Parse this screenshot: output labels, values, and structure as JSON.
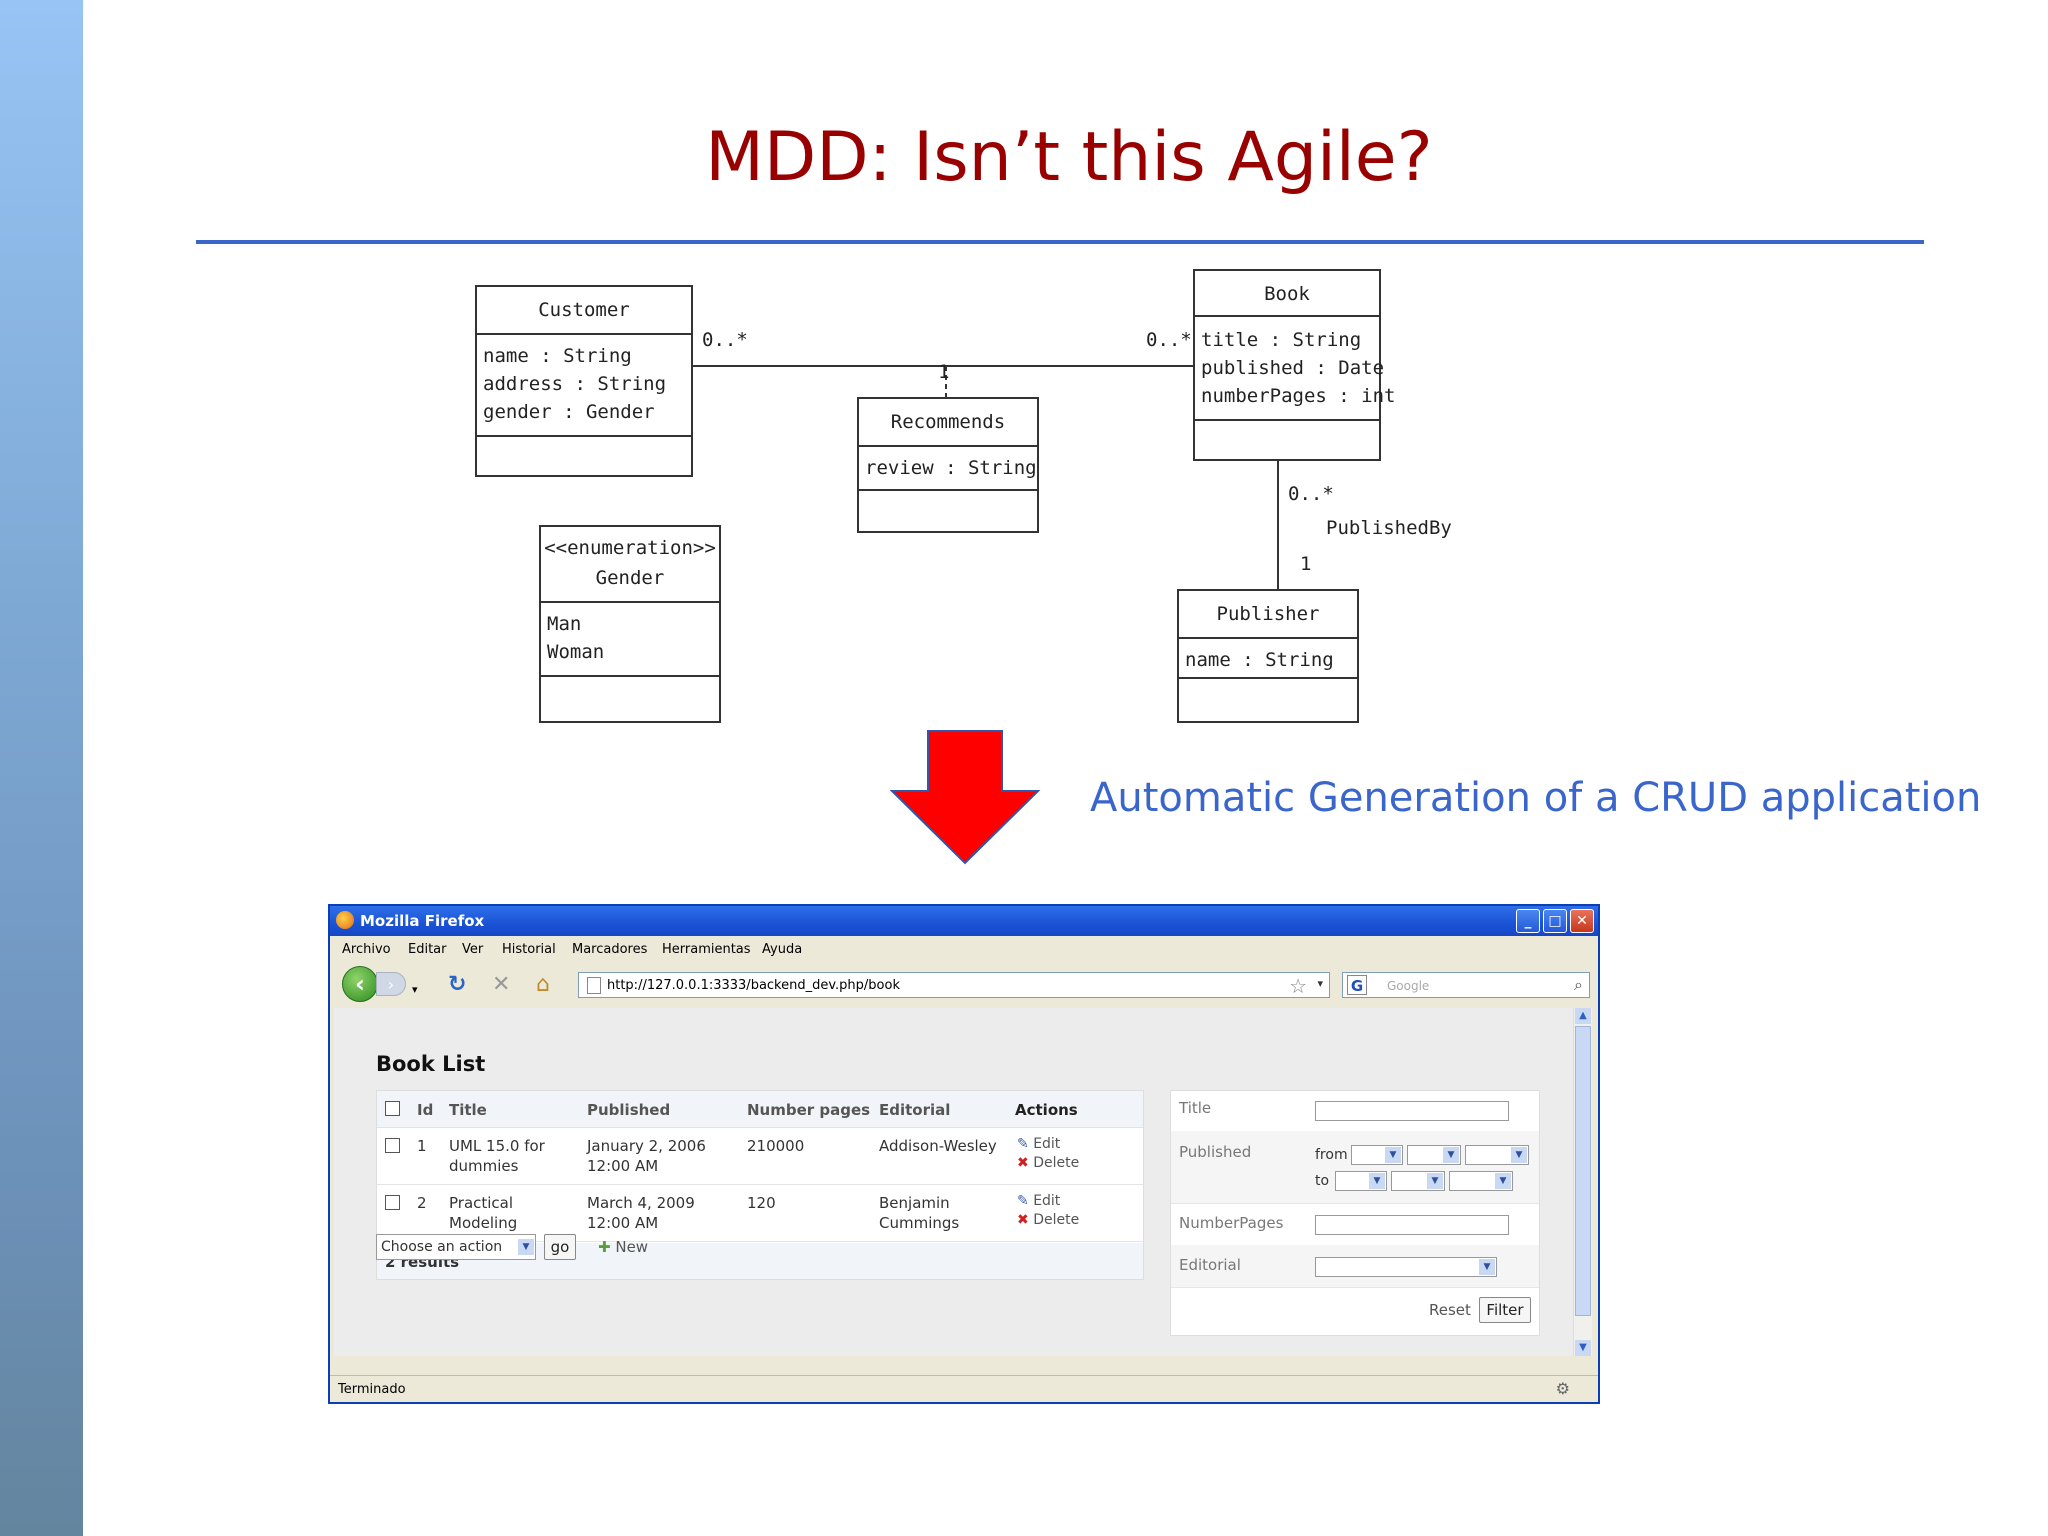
{
  "slide": {
    "title": "MDD: Isn’t this Agile?",
    "caption": "Automatic Generation of a CRUD application"
  },
  "uml": {
    "customer": {
      "name": "Customer",
      "attrs": [
        "name : String",
        "address : String",
        "gender : Gender"
      ]
    },
    "book": {
      "name": "Book",
      "attrs": [
        "title : String",
        "published : Date",
        "numberPages : int"
      ]
    },
    "recommends": {
      "name": "Recommends",
      "attrs": [
        "review : String"
      ]
    },
    "gender": {
      "stereotype": "<<enumeration>>",
      "name": "Gender",
      "literals": [
        "Man",
        "Woman"
      ]
    },
    "publisher": {
      "name": "Publisher",
      "attrs": [
        "name : String"
      ]
    },
    "assoc": {
      "customer_mult": "0..*",
      "book_mult": "0..*",
      "recommends_mult": "1",
      "book_pub_mult": "0..*",
      "published_by": "PublishedBy",
      "publisher_mult": "1"
    }
  },
  "browser": {
    "title": "Mozilla Firefox",
    "menu": [
      "Archivo",
      "Editar",
      "Ver",
      "Historial",
      "Marcadores",
      "Herramientas",
      "Ayuda"
    ],
    "url": "http://127.0.0.1:3333/backend_dev.php/book",
    "search_placeholder": "Google",
    "search_engine": "G",
    "status": "Terminado",
    "win_min": "_",
    "win_max": "□",
    "win_close": "✕"
  },
  "page": {
    "heading": "Book List",
    "columns": {
      "id": "Id",
      "title": "Title",
      "published": "Published",
      "pages": "Number pages",
      "editorial": "Editorial",
      "actions": "Actions"
    },
    "rows": [
      {
        "id": "1",
        "title1": "UML 15.0 for",
        "title2": "dummies",
        "pub1": "January 2, 2006",
        "pub2": "12:00 AM",
        "pages": "210000",
        "ed1": "Addison-Wesley",
        "ed2": "",
        "edit": "Edit",
        "delete": "Delete"
      },
      {
        "id": "2",
        "title1": "Practical",
        "title2": "Modeling",
        "pub1": "March 4, 2009",
        "pub2": "12:00 AM",
        "pages": "120",
        "ed1": "Benjamin",
        "ed2": "Cummings",
        "edit": "Edit",
        "delete": "Delete"
      }
    ],
    "results": "2 results",
    "batch_action": "Choose an action",
    "go": "go",
    "new": "New"
  },
  "filters": {
    "title": "Title",
    "published": "Published",
    "from": "from",
    "to": "to",
    "number_pages": "NumberPages",
    "editorial": "Editorial",
    "reset": "Reset",
    "filter": "Filter"
  },
  "colors": {
    "title": "#990000",
    "rule": "#3a66cc",
    "caption": "#3a66cc",
    "arrow": "#ff0000"
  }
}
